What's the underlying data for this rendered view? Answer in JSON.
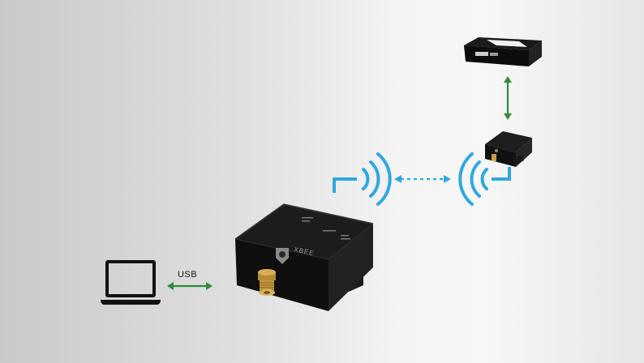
{
  "diagram": {
    "link_label": "USB",
    "modem_brand": "XBEE",
    "colors": {
      "wired_link": "#2f8c3a",
      "wireless_link": "#2ea8e2",
      "device_black": "#151515",
      "connector_gold": "#c89a3c"
    },
    "icons": {
      "laptop": "laptop-icon",
      "host_modem": "radio-modem",
      "remote_modem": "remote-radio-modem",
      "remote_device": "controller-device",
      "signal": "wifi-wave-icon"
    }
  }
}
